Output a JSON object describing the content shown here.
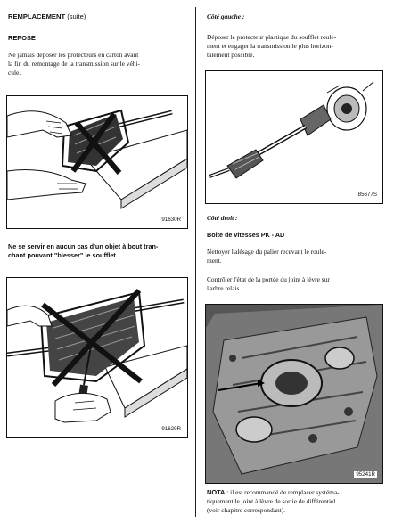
{
  "left": {
    "heading": "REMPLACEMENT",
    "heading_suffix": " (suite)",
    "subheading": "REPOSE",
    "intro": "Ne jamais déposer les protecteurs en carton avant\nla fin du remontage de la transmission sur le véhi-\ncule.",
    "figure1_ref": "91630R",
    "warning": "Ne se servir en aucun cas d'un objet à bout tran-\nchant pouvant \"blesser\" le soufflet.",
    "figure2_ref": "91629R"
  },
  "right": {
    "left_side_title": "Côté gauche :",
    "left_side_text": "Déposer le protecteur plastique du soufflet roule-\nment et engager la transmission le plus horizon-\ntalement possible.",
    "figure3_ref": "85677S",
    "right_side_title": "Côté droit :",
    "gearbox_title": "Boîte de vitesses PK - AD",
    "gearbox_text": "Nettoyer l'alésage du palier recevant le roule-\nment.",
    "check_text": "Contrôler l'état de la portée du joint à lèvre sur\nl'arbre relais.",
    "figure4_ref": "95241R",
    "note_label": "NOTA",
    "note_text": " : il est recommandé de remplacer systéma-\ntiquement le joint à lèvre de sortie de différentiel\n(voir chapitre correspondant)."
  }
}
